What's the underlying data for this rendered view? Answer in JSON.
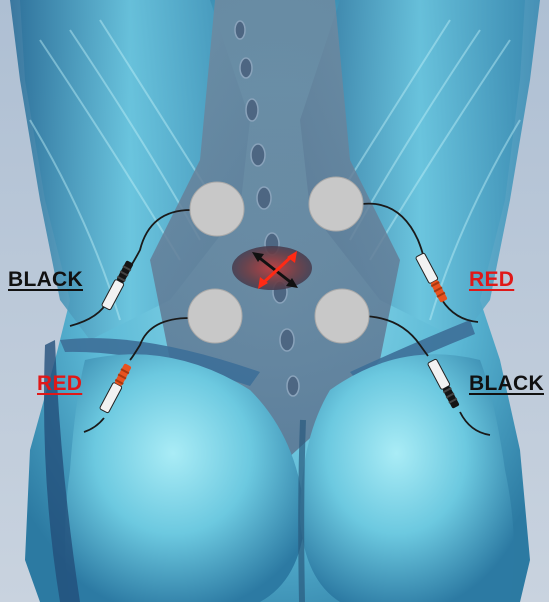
{
  "labels": {
    "top_left": "BLACK",
    "top_right": "RED",
    "bottom_left": "RED",
    "bottom_right": "BLACK"
  },
  "colors": {
    "black_label": "#111111",
    "red_label": "#e01818",
    "electrode_pad": "#c8c8c8",
    "red_lead": "#e8521f",
    "black_lead": "#151515",
    "muscle_light": "#7fd3e6",
    "muscle_dark": "#2f7fa6",
    "background": "#b8c7d8"
  },
  "icons": {
    "center_marker": "crossed-double-arrows-icon"
  }
}
